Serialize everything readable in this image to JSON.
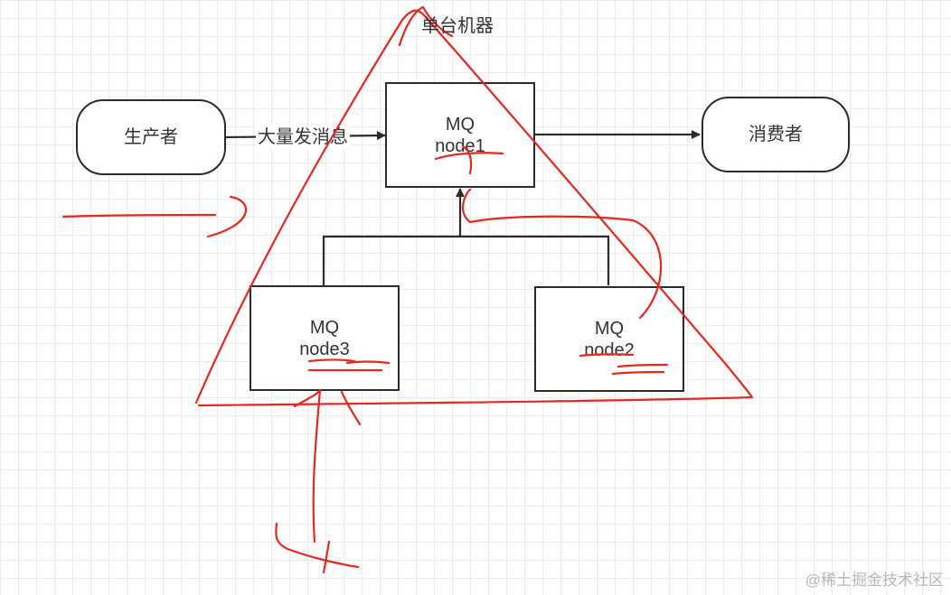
{
  "nodes": {
    "producer": {
      "label": "生产者"
    },
    "consumer": {
      "label": "消费者"
    },
    "node1": {
      "line1": "MQ",
      "line2": "node1"
    },
    "node2": {
      "line1": "MQ",
      "line2": "node2"
    },
    "node3": {
      "line1": "MQ",
      "line2": "node3"
    }
  },
  "edges": {
    "producer_to_node1": {
      "label": "大量发消息"
    }
  },
  "annotations": {
    "machine_label": "单台机器"
  },
  "watermark": "@稀土掘金技术社区",
  "colors": {
    "line": "#2b2b2b",
    "annotation": "#e8271f",
    "grid": "#ececec",
    "watermark": "#b8b8b8"
  }
}
